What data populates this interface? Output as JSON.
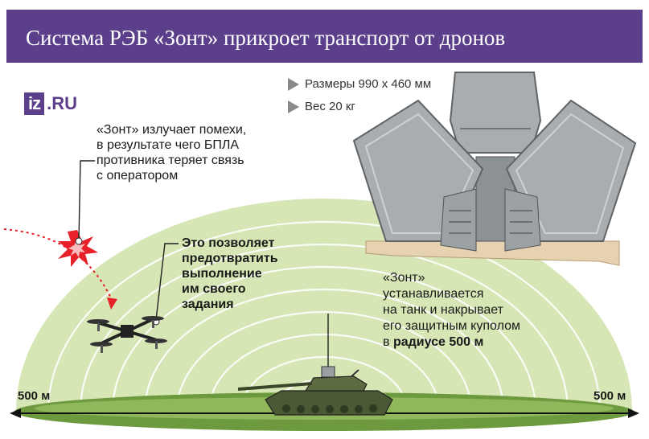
{
  "header": {
    "title": "Система РЭБ «Зонт» прикроет транспорт от дронов"
  },
  "logo": {
    "mark": "iz",
    "suffix": ".RU"
  },
  "specs": [
    {
      "icon": "triangle-bullet-icon",
      "text": "Размеры 990 х 460 мм"
    },
    {
      "icon": "triangle-bullet-icon",
      "text": "Вес 20 кг"
    }
  ],
  "callouts": {
    "jamming": [
      "«Зонт» излучает помехи,",
      "в результате чего БПЛА",
      "противника теряет связь",
      "с оператором"
    ],
    "prevent": [
      "Это позволяет",
      "предотвратить",
      "выполнение",
      "им своего",
      "задания"
    ],
    "tank": {
      "lines": [
        "«Зонт»",
        "устанавливается",
        "на танк и накрывает",
        "его защитным куполом"
      ],
      "prefix": "в ",
      "bold": "радиусе 500 м"
    }
  },
  "radius": {
    "left": "500 м",
    "right": "500 м"
  },
  "colors": {
    "header_bg": "#5b3f8a",
    "dome_fill": "#d6e6b4",
    "dome_rings": "#ffffff",
    "ground": "#4f7a2e",
    "device_gray": "#a9adb0",
    "explosion": "#e8202a"
  }
}
